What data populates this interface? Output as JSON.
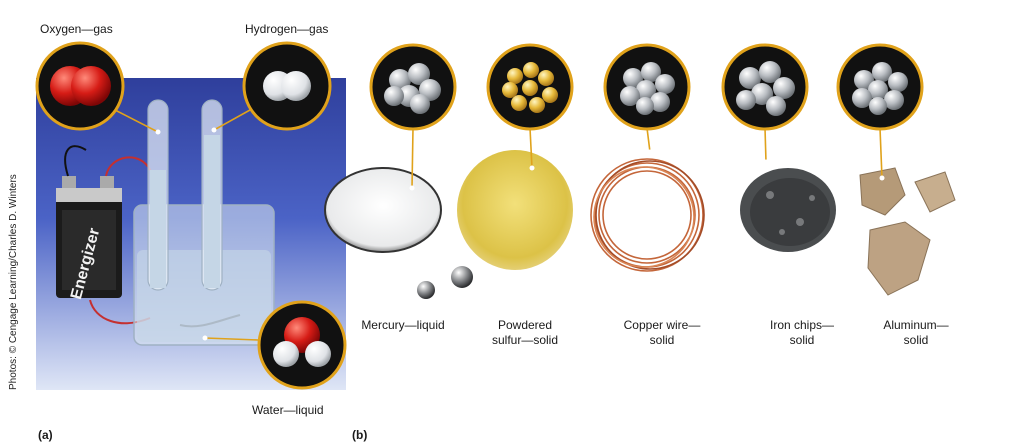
{
  "credit": "Photos: © Cengage Learning/Charles D. Winters",
  "panels": {
    "a": "(a)",
    "b": "(b)"
  },
  "part_a": {
    "oxygen": "Oxygen—gas",
    "hydrogen": "Hydrogen—gas",
    "water": "Water—liquid",
    "battery_brand": "Energizer"
  },
  "part_b": [
    {
      "line1": "Mercury—liquid",
      "line2": ""
    },
    {
      "line1": "Powdered",
      "line2": "sulfur—solid"
    },
    {
      "line1": "Copper wire—",
      "line2": "solid"
    },
    {
      "line1": "Iron chips—",
      "line2": "solid"
    },
    {
      "line1": "Aluminum—",
      "line2": "solid"
    }
  ],
  "colors": {
    "ring": "#e0a21b",
    "oxygen": "#d11a1a",
    "sulfur": "#e8c23a",
    "copper": "#c4663a",
    "metal_atom": "#bfc3c8"
  }
}
